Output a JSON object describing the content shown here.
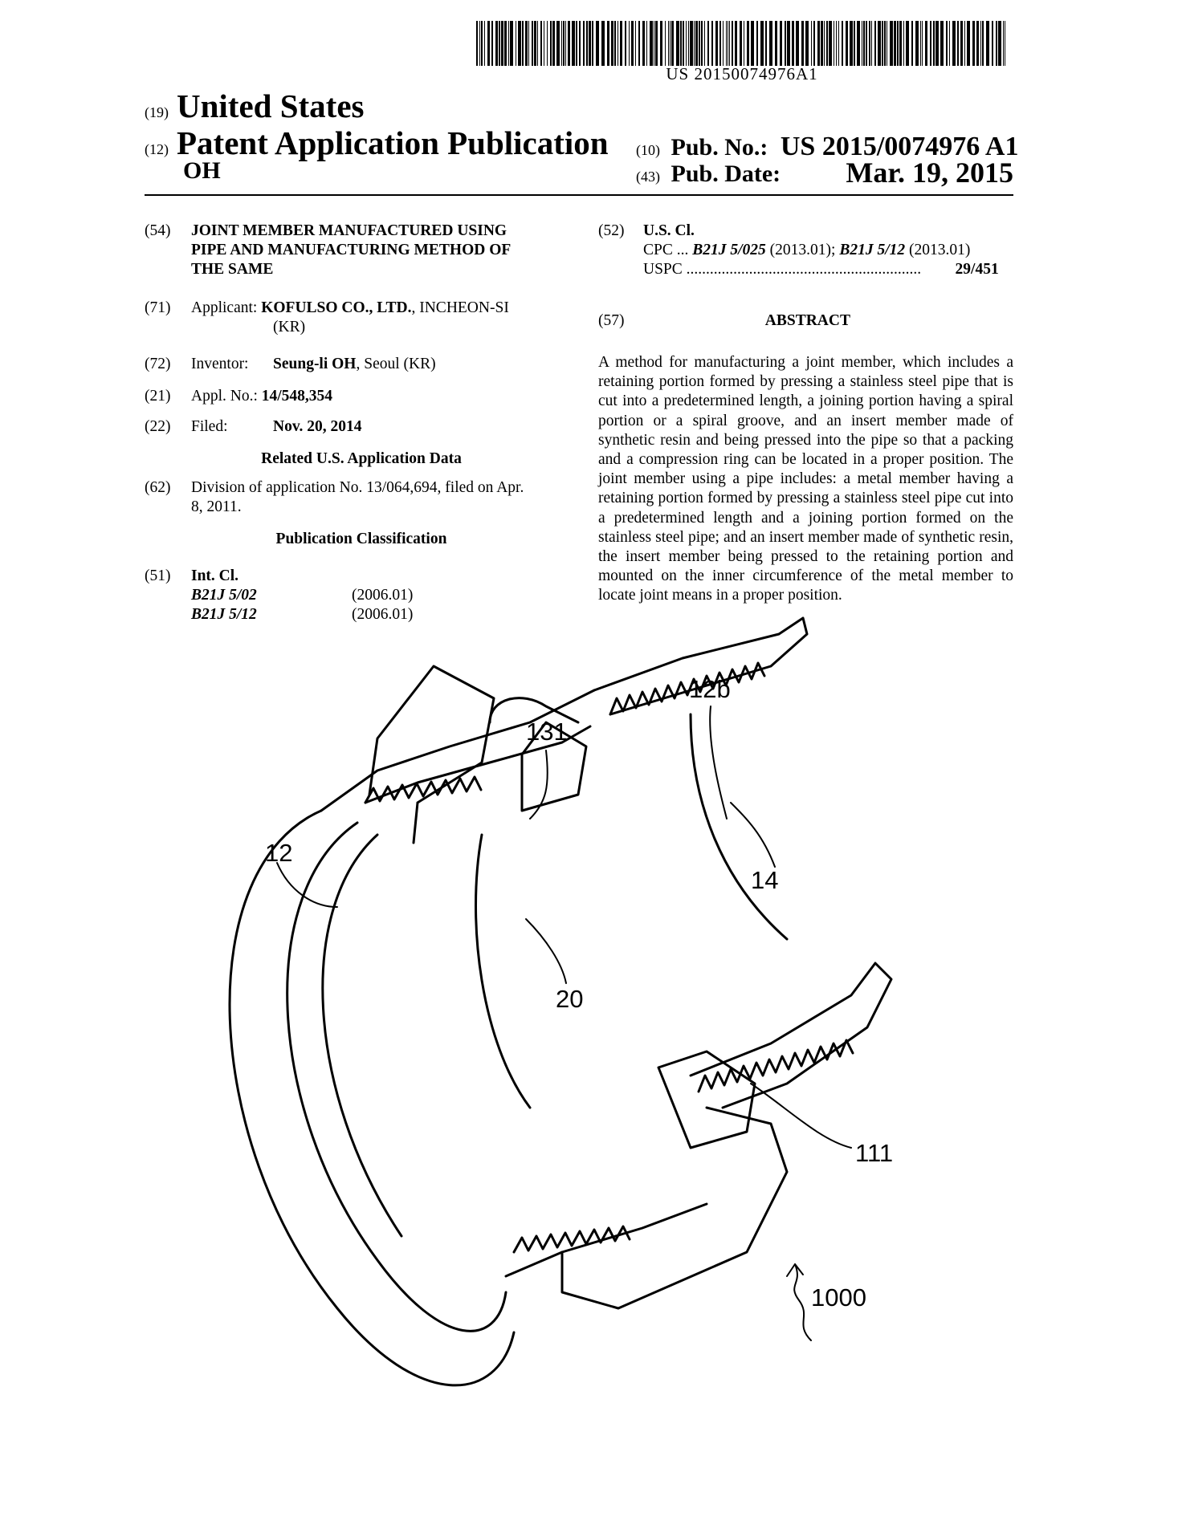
{
  "barcode_text": "US 20150074976A1",
  "header": {
    "code19": "(19)",
    "country": "United States",
    "code12": "(12)",
    "doc_type": "Patent Application Publication",
    "inventor_short": "OH",
    "code10": "(10)",
    "pub_no_label": "Pub. No.:",
    "pub_no": "US 2015/0074976 A1",
    "code43": "(43)",
    "pub_date_label": "Pub. Date:",
    "pub_date": "Mar. 19, 2015"
  },
  "left": {
    "c54": "(54)",
    "title1": "JOINT MEMBER MANUFACTURED USING",
    "title2": "PIPE AND MANUFACTURING METHOD OF",
    "title3": "THE SAME",
    "c71": "(71)",
    "applicant_label": "Applicant:",
    "applicant_name": "KOFULSO CO., LTD.",
    "applicant_loc": ", INCHEON-SI",
    "applicant_country": "(KR)",
    "c72": "(72)",
    "inventor_label": "Inventor:",
    "inventor_name": "Seung-li OH",
    "inventor_loc": ", Seoul (KR)",
    "c21": "(21)",
    "appl_label": "Appl. No.:",
    "appl_no": "14/548,354",
    "c22": "(22)",
    "filed_label": "Filed:",
    "filed_date": "Nov. 20, 2014",
    "related_heading": "Related U.S. Application Data",
    "c62": "(62)",
    "division1": "Division of application No. 13/064,694, filed on Apr.",
    "division2": "8, 2011.",
    "pubclass_heading": "Publication Classification",
    "c51": "(51)",
    "intcl_label": "Int. Cl.",
    "ipc1_code": "B21J 5/02",
    "ipc1_year": "(2006.01)",
    "ipc2_code": "B21J 5/12",
    "ipc2_year": "(2006.01)"
  },
  "right": {
    "c52": "(52)",
    "uscl_label": "U.S. Cl.",
    "cpc_prefix": "CPC ...",
    "cpc1": "B21J 5/025",
    "cpc1_year": "(2013.01);",
    "cpc2": "B21J 5/12",
    "cpc2_year": "(2013.01)",
    "uspc_label": "USPC",
    "uspc_dots": "............................................................",
    "uspc_value": "29/451",
    "c57": "(57)",
    "abstract_heading": "ABSTRACT",
    "abstract_text": "A method for manufacturing a joint member, which includes a retaining portion formed by pressing a stainless steel pipe that is cut into a predetermined length, a joining portion having a spiral portion or a spiral groove, and an insert member made of synthetic resin and being pressed into the pipe so that a packing and a compression ring can be located in a proper position. The joint member using a pipe includes: a metal member having a retaining portion formed by pressing a stainless steel pipe cut into a predetermined length and a joining portion formed on the stainless steel pipe; and an insert member made of synthetic resin, the insert member being pressed to the retaining portion and mounted on the inner circumference of the metal member to locate joint means in a proper position."
  },
  "figure": {
    "labels": {
      "l12b": "12b",
      "l131": "131",
      "l12": "12",
      "l14": "14",
      "l20": "20",
      "l111": "111",
      "l1000": "1000"
    }
  }
}
